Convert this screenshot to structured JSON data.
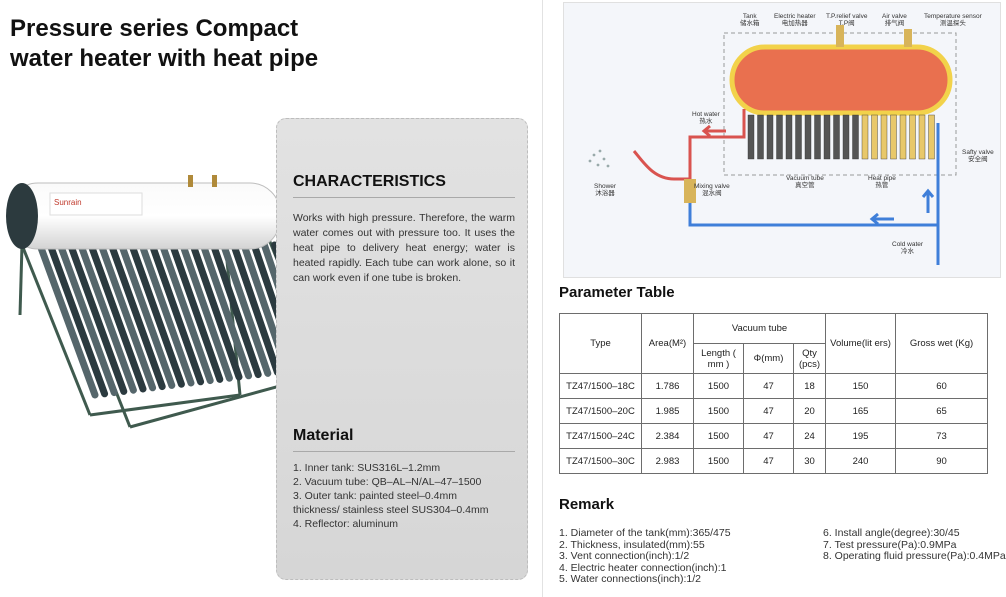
{
  "title_line1": "Pressure series Compact",
  "title_line2": "water heater with heat pipe",
  "product": {
    "brand": "Sunrain"
  },
  "characteristics": {
    "heading": "CHARACTERISTICS",
    "text": "Works with high pressure. Therefore, the warm water comes out with pressure too.  It uses the heat pipe to delivery heat energy; water is heated rapidly. Each tube can work alone, so it can work even if one tube is broken."
  },
  "material": {
    "heading": "Material",
    "items": [
      "1. Inner tank: SUS316L–1.2mm",
      "2. Vacuum tube: QB–AL–N/AL–47–1500",
      "3. Outer tank: painted steel–0.4mm",
      "thickness/ stainless steel SUS304–0.4mm",
      "4. Reflector: aluminum"
    ]
  },
  "diagram": {
    "labels": {
      "tank": "Tank",
      "tank_cn": "储水箱",
      "electric_heater": "Electric heater",
      "electric_heater_cn": "电加热器",
      "relief_valve": "T.P.relief valve",
      "relief_valve_cn": "T.P阀",
      "air_valve": "Air valve",
      "air_valve_cn": "排气阀",
      "temp_sensor": "Temperature sensor",
      "temp_sensor_cn": "测温探头",
      "hot_water": "Hot water",
      "hot_water_cn": "热水",
      "safety_valve": "Safty valve",
      "safety_valve_cn": "安全阀",
      "shower": "Shower",
      "shower_cn": "沐浴器",
      "mixing_valve": "Mixing valve",
      "mixing_valve_cn": "混水阀",
      "vacuum_tube": "Vacuum tube",
      "vacuum_tube_cn": "真空管",
      "heat_pipe": "Heat pipe",
      "heat_pipe_cn": "热管",
      "cold_water": "Cold water",
      "cold_water_cn": "冷水"
    },
    "colors": {
      "hot_pipe": "#d9534f",
      "cold_pipe": "#3f7fd9",
      "tank_rim": "#f2d24a"
    }
  },
  "parameter_table": {
    "title": "Parameter Table",
    "headers": {
      "type": "Type",
      "area": "Area(M²)",
      "vacuum_tube": "Vacuum tube",
      "length": "Length ( mm )",
      "diameter": "Φ(mm)",
      "qty": "Qty (pcs)",
      "volume": "Volume(lit ers)",
      "gross_wet": "Gross wet (Kg)"
    },
    "rows": [
      {
        "type": "TZ47/1500–18C",
        "area": "1.786",
        "length": "1500",
        "diameter": "47",
        "qty": "18",
        "volume": "150",
        "gross": "60"
      },
      {
        "type": "TZ47/1500–20C",
        "area": "1.985",
        "length": "1500",
        "diameter": "47",
        "qty": "20",
        "volume": "165",
        "gross": "65"
      },
      {
        "type": "TZ47/1500–24C",
        "area": "2.384",
        "length": "1500",
        "diameter": "47",
        "qty": "24",
        "volume": "195",
        "gross": "73"
      },
      {
        "type": "TZ47/1500–30C",
        "area": "2.983",
        "length": "1500",
        "diameter": "47",
        "qty": "30",
        "volume": "240",
        "gross": "90"
      }
    ]
  },
  "remark": {
    "title": "Remark",
    "left": [
      "1. Diameter of the tank(mm):365/475",
      "2. Thickness, insulated(mm):55",
      "3. Vent connection(inch):1/2",
      "4. Electric heater connection(inch):1",
      "5. Water connections(inch):1/2"
    ],
    "right": [
      "6. Install angle(degree):30/45",
      "7. Test pressure(Pa):0.9MPa",
      "8. Operating fluid pressure(Pa):0.4MPa"
    ]
  }
}
